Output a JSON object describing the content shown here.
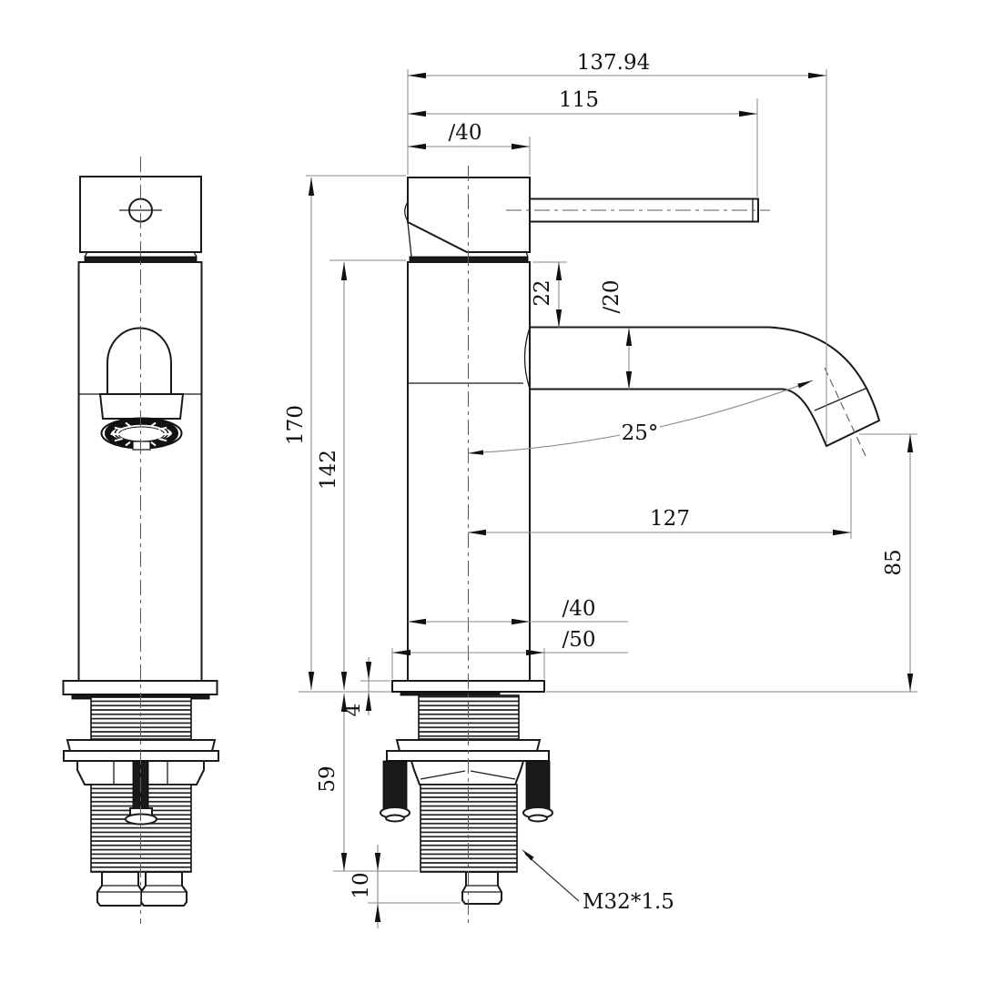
{
  "drawing": {
    "type": "faucet two-view technical drawing",
    "colors": {
      "line": "#1a1a1a",
      "dimension_line": "#8a8a8a",
      "text": "#111111",
      "background": "#ffffff"
    },
    "dims": {
      "overall_width": "137.94",
      "handle_length": "115",
      "head_diameter": "∕40",
      "neck_height": "22",
      "spout_diameter": "∕20",
      "overall_height": "170",
      "body_height": "142",
      "spout_angle": "25°",
      "spout_reach": "127",
      "outlet_height": "85",
      "body_diameter": "∕40",
      "base_diameter": "∕50",
      "base_plate_thickness": "4",
      "shank_length": "59",
      "tail_length": "10",
      "thread_spec": "M32*1.5"
    }
  }
}
